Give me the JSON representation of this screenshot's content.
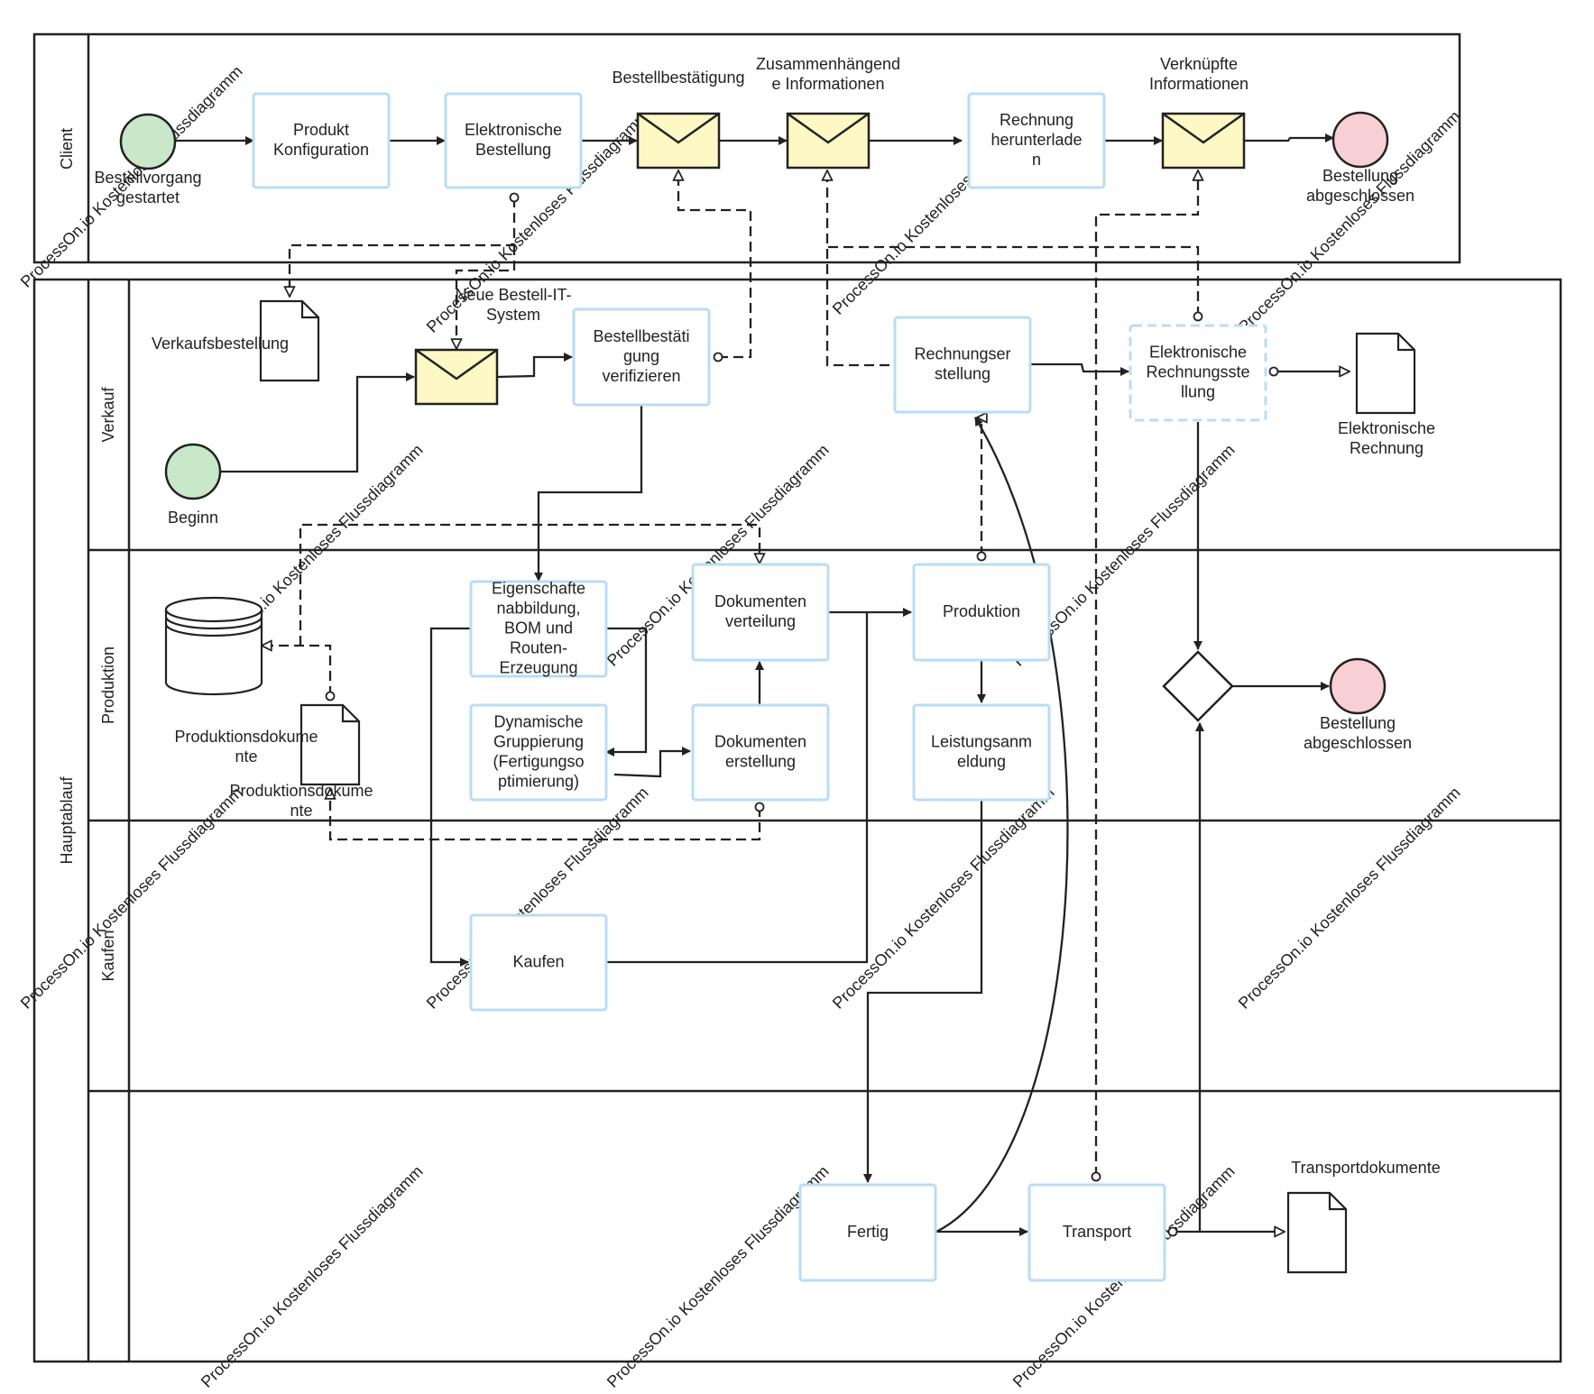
{
  "pools": {
    "client": "Client",
    "main": "Hauptablauf"
  },
  "lanes": {
    "verkauf": "Verkauf",
    "produktion": "Produktion",
    "kaufen": "Kaufen"
  },
  "client": {
    "start_label": [
      "Bestellvorgang",
      "gestartet"
    ],
    "task_konfiguration": [
      "Produkt",
      "Konfiguration"
    ],
    "task_bestellung": [
      "Elektronische",
      "Bestellung"
    ],
    "msg_bestellbestaetigung": [
      "Bestellbestätigung"
    ],
    "msg_zusammen": [
      "Zusammenhängend",
      "e Informationen"
    ],
    "task_rechnung_download": [
      "Rechnung",
      "herunterlade",
      "n"
    ],
    "msg_verknuepft": [
      "Verknüpfte",
      "Informationen"
    ],
    "end_label": [
      "Bestellung",
      "abgeschlossen"
    ]
  },
  "verkauf": {
    "doc_verkaufsbestellung": [
      "Verkaufsbestellung"
    ],
    "msg_it_system": [
      "Neue Bestell-IT-",
      "System"
    ],
    "task_verifizieren": [
      "Bestellbestäti",
      "gung",
      "verifizieren"
    ],
    "start_beginn": [
      "Beginn"
    ],
    "task_rechnungserstellung": [
      "Rechnungser",
      "stellung"
    ],
    "task_elektr_rechnung": [
      "Elektronische",
      "Rechnungsste",
      "llung"
    ],
    "doc_elektr_rechnung": [
      "Elektronische",
      "Rechnung"
    ]
  },
  "produktion": {
    "db_label": [
      "Produktionsdokume",
      "nte"
    ],
    "doc_label": [
      "Produktionsdokume",
      "nte"
    ],
    "task_eigenschaften": [
      "Eigenschafte",
      "nabbildung,",
      "BOM und",
      "Routen-",
      "Erzeugung"
    ],
    "task_gruppierung": [
      "Dynamische",
      "Gruppierung",
      "(Fertigungso",
      "ptimierung)"
    ],
    "task_verteilung": [
      "Dokumenten",
      "verteilung"
    ],
    "task_erstellung": [
      "Dokumenten",
      "erstellung"
    ],
    "task_produktion": [
      "Produktion"
    ],
    "task_leistung": [
      "Leistungsanm",
      "eldung"
    ],
    "end_label": [
      "Bestellung",
      "abgeschlossen"
    ]
  },
  "kaufen": {
    "task_kaufen": [
      "Kaufen"
    ]
  },
  "logistik": {
    "task_fertig": [
      "Fertig"
    ],
    "task_transport": [
      "Transport"
    ],
    "doc_transport": [
      "Transportdokumente"
    ]
  },
  "watermark": "ProcessOn.io Kostenloses Flussdiagramm",
  "colors": {
    "task_border": "#b9dcf5",
    "message_fill": "#fdf8c4",
    "start_fill": "#c9e7c9",
    "end_fill": "#f9cfd6",
    "line": "#222222"
  }
}
